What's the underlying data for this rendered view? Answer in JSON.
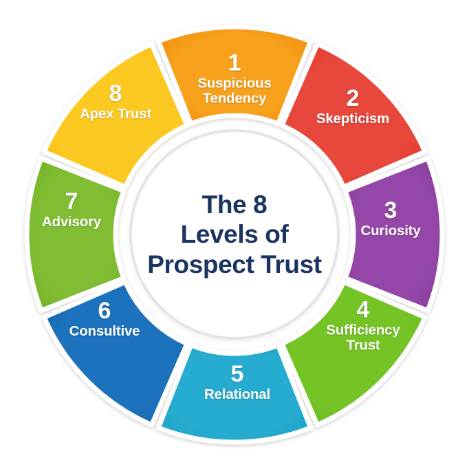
{
  "center": {
    "line1": "The 8",
    "line2": "Levels of",
    "line3": "Prospect Trust",
    "text_color": "#1c3461",
    "background": "#ffffff",
    "ring_color": "#e3e5e8"
  },
  "chart_data": {
    "type": "pie",
    "title": "The 8 Levels of Prospect Trust",
    "subtitle": "",
    "xlabel": "",
    "ylabel": "",
    "legend_position": "none",
    "grid": false,
    "categories": [
      "Suspicious Tendency",
      "Skepticism",
      "Curiosity",
      "Sufficiency Trust",
      "Relational",
      "Consultive",
      "Advisory",
      "Apex Trust"
    ],
    "values": [
      12.5,
      12.5,
      12.5,
      12.5,
      12.5,
      12.5,
      12.5,
      12.5
    ],
    "colors": [
      "#f28c06",
      "#e03c31",
      "#8c3fa0",
      "#6cbe1f",
      "#20a4c8",
      "#1668b0",
      "#7ab82a",
      "#fbc318"
    ],
    "annotations": [
      "1",
      "2",
      "3",
      "4",
      "5",
      "6",
      "7",
      "8"
    ]
  },
  "segments": [
    {
      "number": "1",
      "label_line1": "Suspicious",
      "label_line2": "Tendency",
      "color": "#f28c06",
      "color_dark": "#e07d04",
      "name": "suspicious-tendency"
    },
    {
      "number": "2",
      "label_line1": "Skepticism",
      "label_line2": "",
      "color": "#e03c31",
      "color_dark": "#cc3228",
      "name": "skepticism"
    },
    {
      "number": "3",
      "label_line1": "Curiosity",
      "label_line2": "",
      "color": "#8c3fa0",
      "color_dark": "#7b3490",
      "name": "curiosity"
    },
    {
      "number": "4",
      "label_line1": "Sufficiency",
      "label_line2": "Trust",
      "color": "#6cbe1f",
      "color_dark": "#5da916",
      "name": "sufficiency-trust"
    },
    {
      "number": "5",
      "label_line1": "Relational",
      "label_line2": "",
      "color": "#20a4c8",
      "color_dark": "#1892b6",
      "name": "relational"
    },
    {
      "number": "6",
      "label_line1": "Consultive",
      "label_line2": "",
      "color": "#1668b0",
      "color_dark": "#10589a",
      "name": "consultive"
    },
    {
      "number": "7",
      "label_line1": "Advisory",
      "label_line2": "",
      "color": "#7ab82a",
      "color_dark": "#69a61f",
      "name": "advisory"
    },
    {
      "number": "8",
      "label_line1": "Apex Trust",
      "label_line2": "",
      "color": "#fbc318",
      "color_dark": "#eeb40c",
      "name": "apex-trust"
    }
  ]
}
